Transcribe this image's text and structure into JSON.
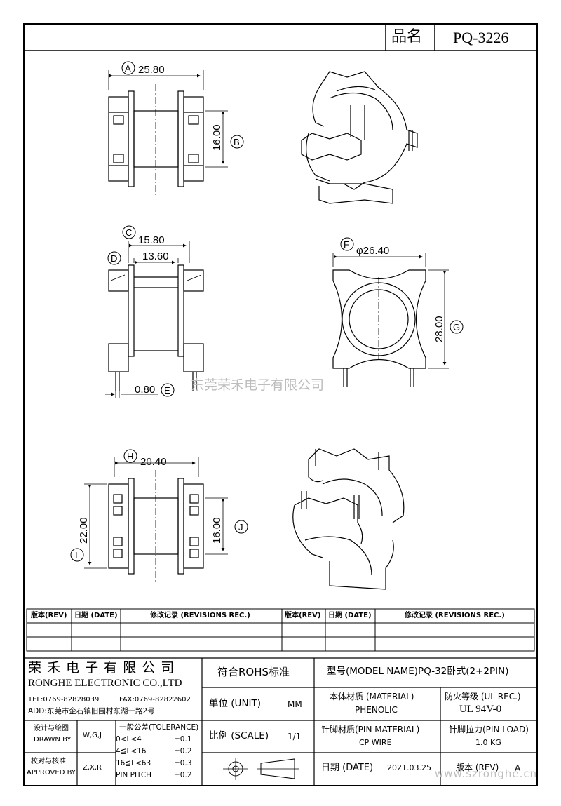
{
  "header": {
    "name_label": "品名",
    "part_no": "PQ-3226"
  },
  "views": {
    "a": {
      "letter": "A",
      "value": "25.80"
    },
    "b": {
      "letter": "B",
      "value": "16.00"
    },
    "c": {
      "letter": "C",
      "value": "15.80"
    },
    "d": {
      "letter": "D",
      "value": "13.60"
    },
    "e": {
      "letter": "E",
      "value": "0.80"
    },
    "f": {
      "letter": "F",
      "value": "φ26.40"
    },
    "g": {
      "letter": "G",
      "value": "28.00"
    },
    "h": {
      "letter": "H",
      "value": "20.40"
    },
    "i": {
      "letter": "I",
      "value": "22.00"
    },
    "j": {
      "letter": "J",
      "value": "16.00"
    }
  },
  "watermark": {
    "center": "东莞荣禾电子有限公司",
    "bottom": "www.szronghe.cn"
  },
  "revisions": {
    "rev": "版本(REV)",
    "date": "日期 (DATE)",
    "rec": "修改记录 (REVISIONS REC.)"
  },
  "company": {
    "name_cn": "荣 禾 电 子 有 限 公 司",
    "name_en": "RONGHE ELECTRONIC CO.,LTD",
    "tel": "TEL:0769-82828039",
    "fax": "FAX:0769-82822602",
    "addr": "ADD:东莞市企石镇旧围村东湖一路2号"
  },
  "signoff": {
    "drawn_cn": "设计与绘图",
    "drawn_en": "DRAWN BY",
    "drawn_val": "W,G,J",
    "approved_cn": "校对与核准",
    "approved_en": "APPROVED BY",
    "approved_val": "Z,X,R"
  },
  "tolerance": {
    "title": "一般公差(TOLERANCE)",
    "rows": [
      {
        "range": "0<L<4",
        "tol": "±0.1"
      },
      {
        "range": "4≦L<16",
        "tol": "±0.2"
      },
      {
        "range": "16≦L<63",
        "tol": "±0.3"
      },
      {
        "range": "PIN PITCH",
        "tol": "±0.2"
      }
    ]
  },
  "info": {
    "rohs": "符合ROHS标准",
    "model": "型号(MODEL NAME)PQ-32卧式(2+2PIN)",
    "unit_label": "单位 (UNIT)",
    "unit_val": "MM",
    "material_label": "本体材质 (MATERIAL)",
    "material_val": "PHENOLIC",
    "fire_label": "防火等级 (UL REC.)",
    "fire_val": "UL 94V-0",
    "scale_label": "比例 (SCALE)",
    "scale_val": "1/1",
    "pin_mat_label": "针脚材质(PIN MATERIAL)",
    "pin_mat_val": "CP WIRE",
    "pin_load_label": "针脚拉力(PIN LOAD)",
    "pin_load_val": "1.0 KG",
    "date_label": "日期 (DATE)",
    "date_val": "2021.03.25",
    "version_label": "版本 (REV)",
    "version_val": "A"
  }
}
